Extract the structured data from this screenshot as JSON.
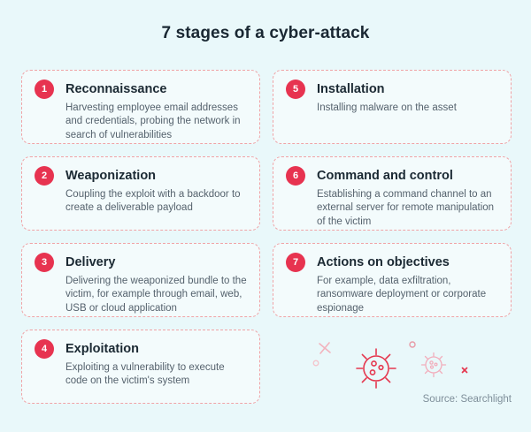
{
  "page": {
    "title": "7 stages of a cyber-attack",
    "source": "Source: Searchlight"
  },
  "stages": [
    {
      "number": "1",
      "title": "Reconnaissance",
      "description": "Harvesting employee email addresses and credentials, probing the network in search of vulnerabilities"
    },
    {
      "number": "2",
      "title": "Weaponization",
      "description": "Coupling the exploit with a backdoor to create a deliverable payload"
    },
    {
      "number": "3",
      "title": "Delivery",
      "description": "Delivering the weaponized bundle to the victim, for example through email, web, USB or cloud application"
    },
    {
      "number": "4",
      "title": "Exploitation",
      "description": "Exploiting a vulnerability to execute code on the victim's system"
    },
    {
      "number": "5",
      "title": "Installation",
      "description": "Installing malware on the asset"
    },
    {
      "number": "6",
      "title": "Command and control",
      "description": "Establishing a command channel to an external server for remote manipulation of the victim"
    },
    {
      "number": "7",
      "title": "Actions on objectives",
      "description": "For example, data exfiltration, ransomware deployment or corporate espionage"
    }
  ],
  "decor_icons": [
    "cross-mark-icon",
    "dot-circle-icon",
    "virus-large-icon",
    "dot-circle-icon",
    "virus-small-icon",
    "x-mark-icon"
  ],
  "colors": {
    "background": "#e9f8fa",
    "box_fill": "#f3fbfc",
    "box_border_dashed": "#f0a3a6",
    "badge_red": "#e73350",
    "heading_text": "#1b2933",
    "body_text": "#55626d",
    "source_text": "#7f8f9a",
    "decor_red": "#e5384f",
    "decor_pink": "#f2aebc"
  }
}
